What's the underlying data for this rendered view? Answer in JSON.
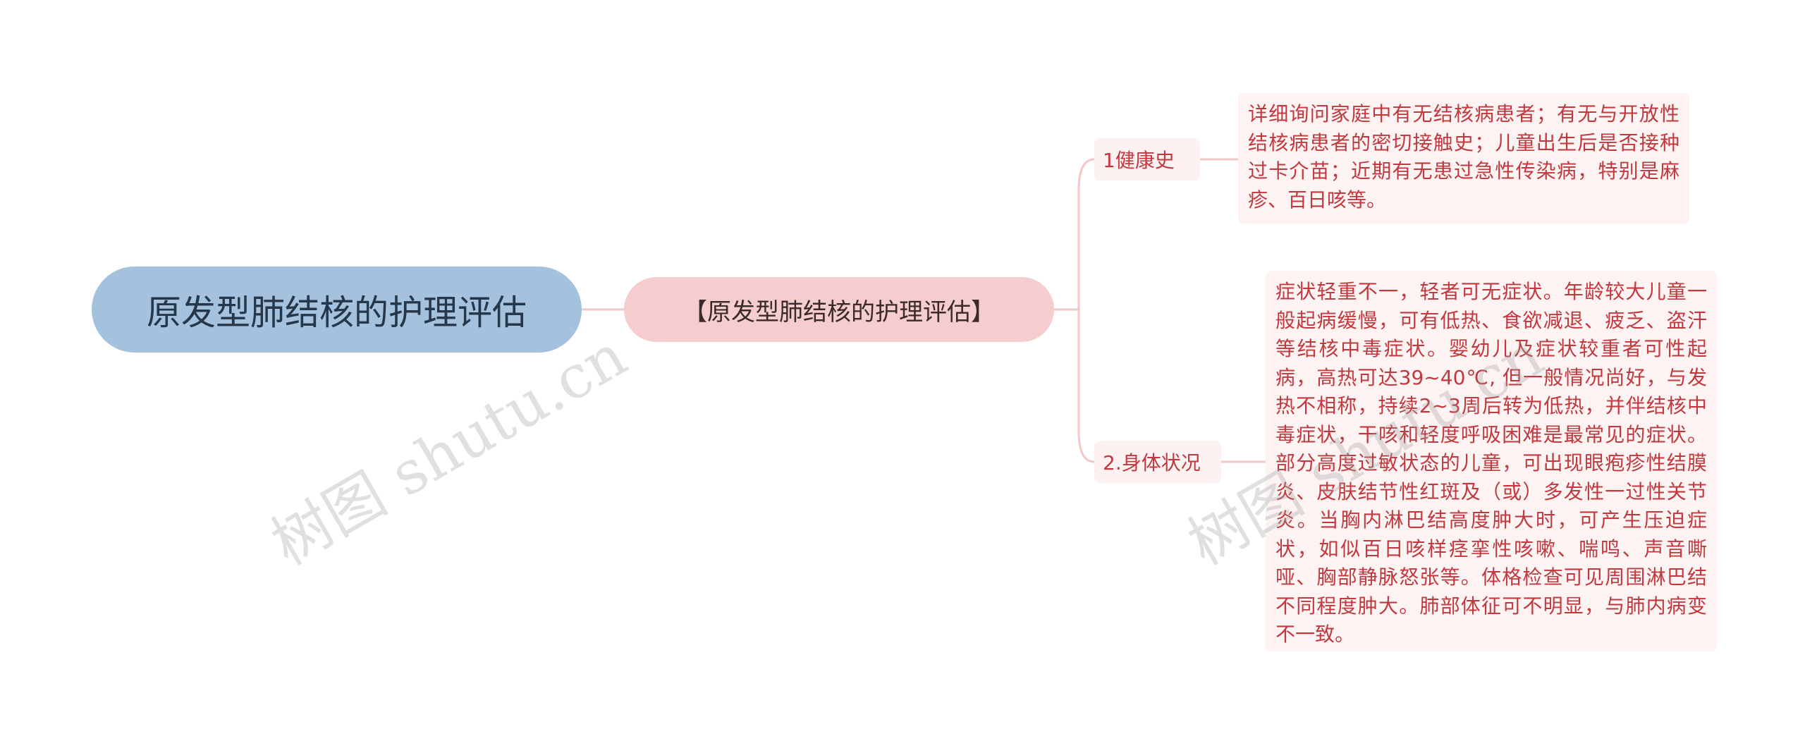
{
  "root": {
    "label": "原发型肺结核的护理评估"
  },
  "sub": {
    "label": "【原发型肺结核的护理评估】"
  },
  "branches": [
    {
      "label": "1健康史",
      "detail": "详细询问家庭中有无结核病患者；有无与开放性结核病患者的密切接触史；儿童出生后是否接种过卡介苗；近期有无患过急性传染病，特别是麻疹、百日咳等。"
    },
    {
      "label": "2.身体状况",
      "detail": "症状轻重不一，轻者可无症状。年龄较大儿童一般起病缓慢，可有低热、食欲减退、疲乏、盗汗等结核中毒症状。婴幼儿及症状较重者可性起病，高热可达39~40℃, 但一般情况尚好，与发热不相称，持续2~3周后转为低热，并伴结核中毒症状，干咳和轻度呼吸困难是最常见的症状。部分高度过敏状态的儿童，可出现眼疱疹性结膜炎、皮肤结节性红斑及（或）多发性一过性关节炎。当胸内淋巴结高度肿大时，可产生压迫症状，如似百日咳样痉挛性咳嗽、喘鸣、声音嘶哑、胸部静脉怒张等。体格检查可见周围淋巴结不同程度肿大。肺部体征可不明显，与肺内病变不一致。"
    }
  ],
  "watermark": "树图 shutu.cn",
  "colors": {
    "root_fill": "#a4c2dd",
    "sub_fill": "#f5cdcf",
    "branch_text": "#c0393f",
    "connector": "#f3c6c8"
  }
}
